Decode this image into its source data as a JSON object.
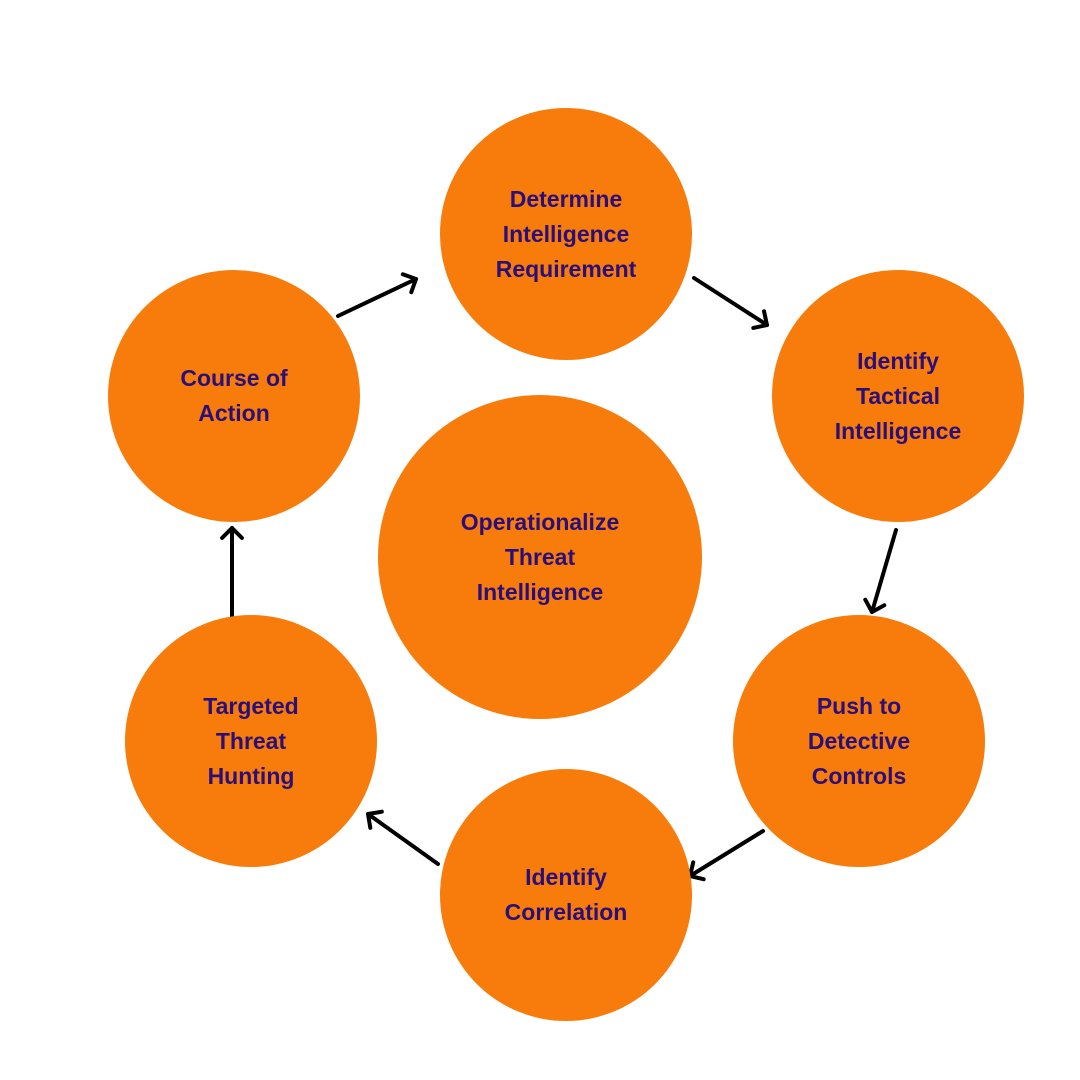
{
  "colors": {
    "circle_fill": "#F77C0B",
    "text": "#2A0F7A",
    "arrow": "#000000",
    "background": "#FFFFFF"
  },
  "center": {
    "lines": [
      "Operationalize",
      "Threat",
      "Intelligence"
    ]
  },
  "steps": [
    {
      "id": "determine-intelligence-requirement",
      "lines": [
        "Determine",
        "Intelligence",
        "Requirement"
      ]
    },
    {
      "id": "identify-tactical-intelligence",
      "lines": [
        "Identify",
        "Tactical",
        "Intelligence"
      ]
    },
    {
      "id": "push-to-detective-controls",
      "lines": [
        "Push to",
        "Detective",
        "Controls"
      ]
    },
    {
      "id": "identify-correlation",
      "lines": [
        "Identify",
        "Correlation"
      ]
    },
    {
      "id": "targeted-threat-hunting",
      "lines": [
        "Targeted",
        "Threat",
        "Hunting"
      ]
    },
    {
      "id": "course-of-action",
      "lines": [
        "Course of",
        "Action"
      ]
    }
  ],
  "flow": [
    {
      "from": "course-of-action",
      "to": "determine-intelligence-requirement"
    },
    {
      "from": "determine-intelligence-requirement",
      "to": "identify-tactical-intelligence"
    },
    {
      "from": "identify-tactical-intelligence",
      "to": "push-to-detective-controls"
    },
    {
      "from": "push-to-detective-controls",
      "to": "identify-correlation"
    },
    {
      "from": "identify-correlation",
      "to": "targeted-threat-hunting"
    },
    {
      "from": "targeted-threat-hunting",
      "to": "course-of-action"
    }
  ]
}
